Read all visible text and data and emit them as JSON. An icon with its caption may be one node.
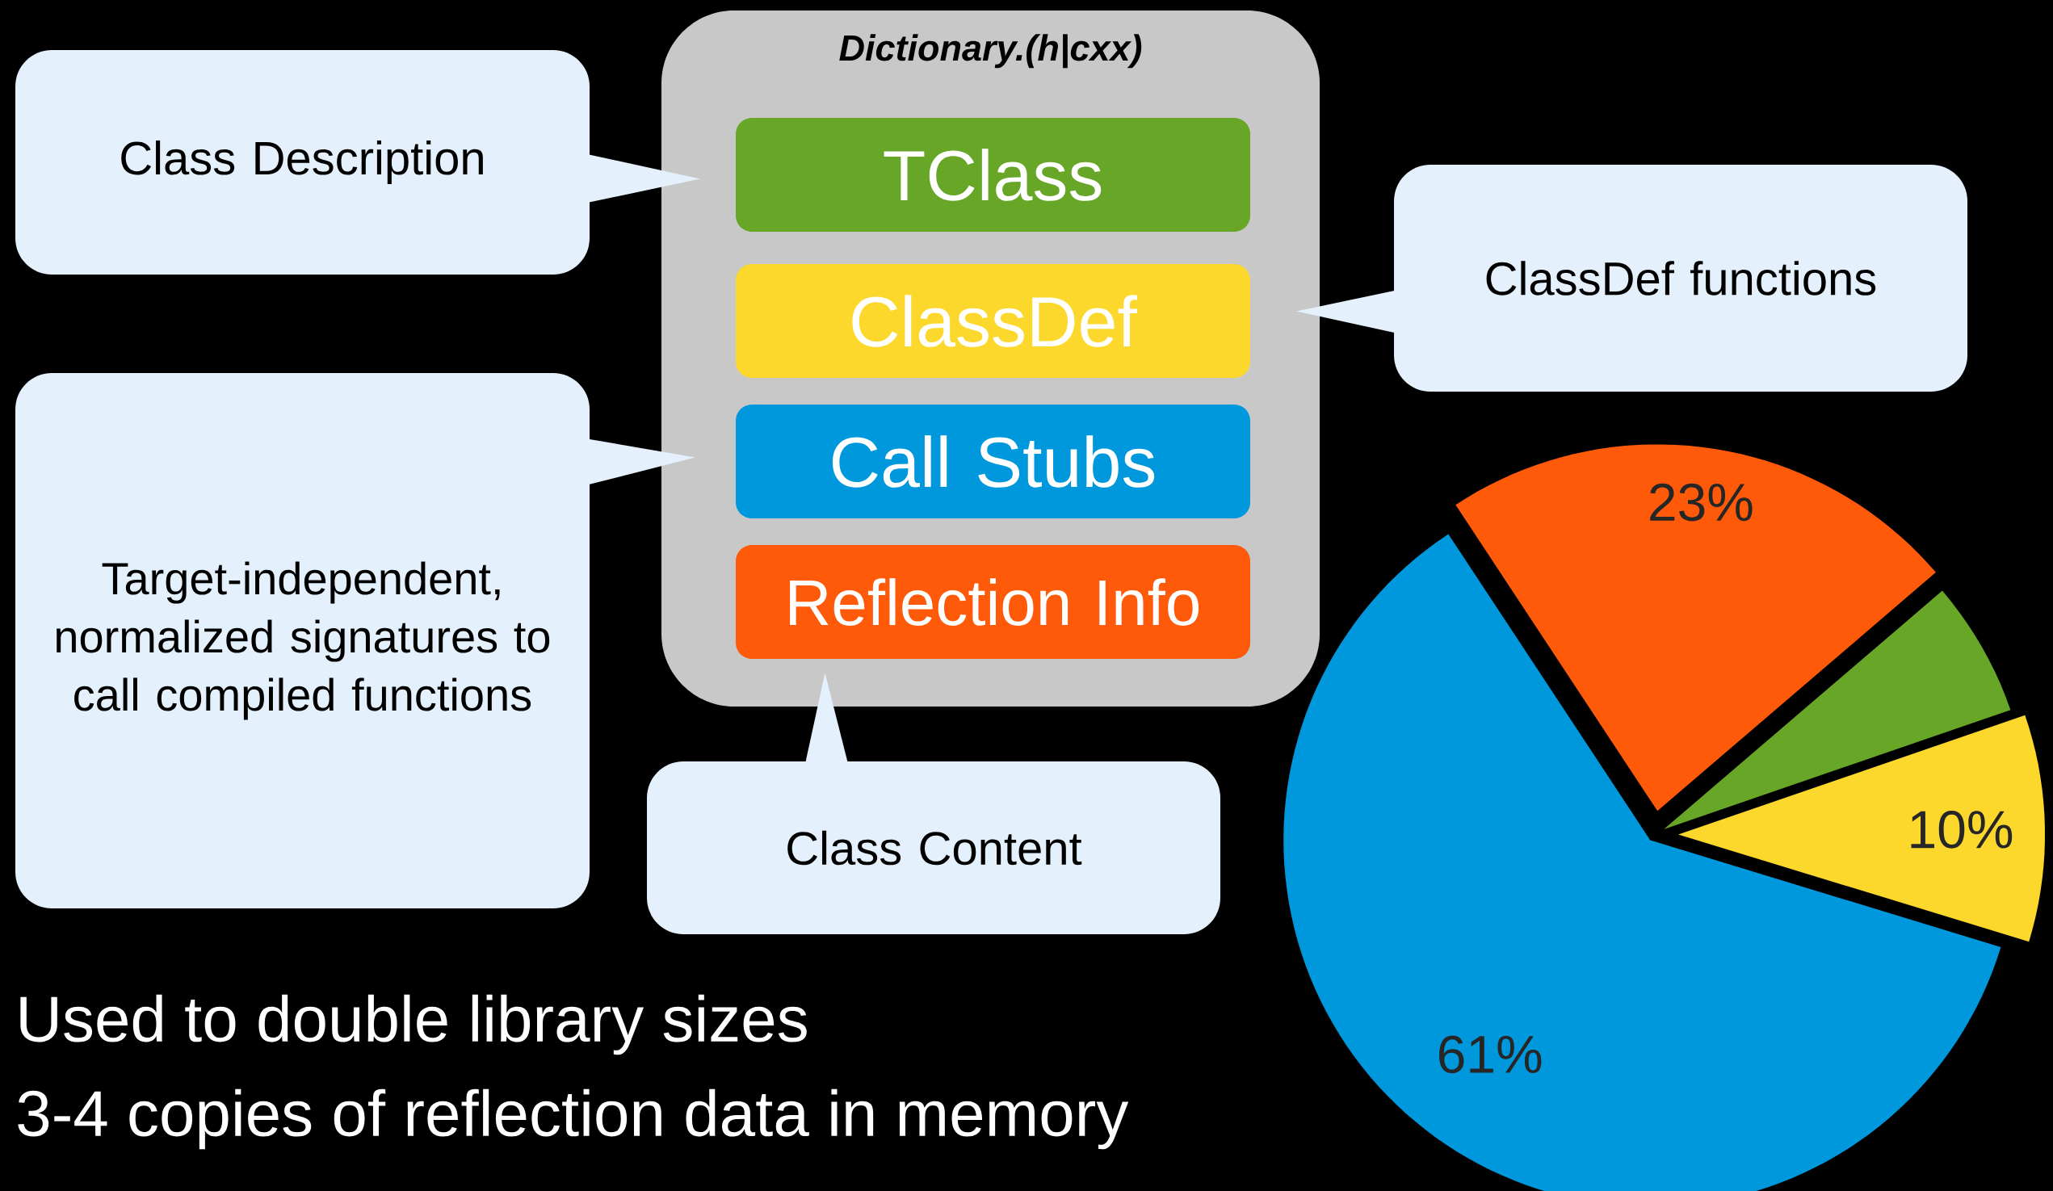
{
  "diagram": {
    "nodes": [
      {
        "text": [
          "Dictionary.(h|cxx)"
        ]
      },
      {
        "text": [
          "TClass"
        ],
        "in": 0
      },
      {
        "text": [
          "ClassDef"
        ],
        "in": 0
      },
      {
        "text": [
          "Call Stubs"
        ],
        "in": 0
      },
      {
        "text": [
          "Reflection Info"
        ],
        "in": 0
      },
      {
        "text": [
          "Class Description"
        ]
      },
      {
        "text": [
          "Target-independent, normalized signatures to call compiled functions"
        ]
      },
      {
        "text": [
          "ClassDef functions"
        ]
      },
      {
        "text": [
          "Class Content"
        ]
      }
    ],
    "edges": [
      {
        "from": 5,
        "to": 1,
        "arrow": "to"
      },
      {
        "from": 6,
        "to": 3,
        "arrow": "to"
      },
      {
        "from": 7,
        "to": 2,
        "arrow": "to"
      },
      {
        "from": 8,
        "to": 4,
        "arrow": "to"
      }
    ],
    "labels": [
      "Used to double library sizes",
      "3-4 copies of reflection data in memory"
    ],
    "chart_data": {
      "type": "pie",
      "categories": [
        null,
        null,
        null,
        null
      ],
      "values": [
        23,
        6,
        10,
        61
      ],
      "colors": [
        "#ff5a0a",
        "#67a626",
        "#fdd82c",
        "#0098dc"
      ],
      "value_labels": [
        "23%",
        null,
        "10%",
        "61%"
      ]
    }
  }
}
